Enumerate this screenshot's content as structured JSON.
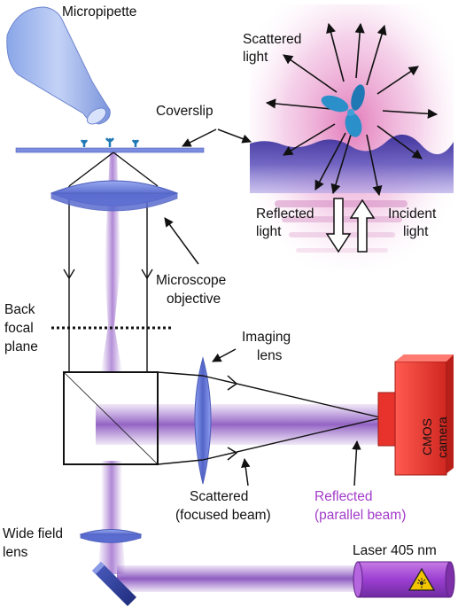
{
  "labels": {
    "micropipette": "Micropipette",
    "coverslip": "Coverslip",
    "scattered_light": [
      "Scattered",
      "light"
    ],
    "reflected_light": [
      "Reflected",
      "light"
    ],
    "incident_light": [
      "Incident",
      "light"
    ],
    "microscope_objective": [
      "Microscope",
      "objective"
    ],
    "back_focal_plane": [
      "Back",
      "focal",
      "plane"
    ],
    "imaging_lens": [
      "Imaging",
      "lens"
    ],
    "camera": [
      "CMOS",
      "camera"
    ],
    "scattered_focused": [
      "Scattered",
      "(focused beam)"
    ],
    "reflected_parallel": [
      "Reflected",
      "(parallel beam)"
    ],
    "wide_field_lens": [
      "Wide field",
      "lens"
    ],
    "laser": "Laser 405 nm"
  },
  "colors": {
    "beam": "#8a4fc2",
    "lens": "#6b7fd9",
    "camera": "#e8332c",
    "laser": "#9b3fd1",
    "reflected_text": "#a23bc9",
    "water": "#4a3fa8",
    "particle": "#1f78b4"
  },
  "icons": {
    "laser_warning": "laser-warning-icon"
  }
}
